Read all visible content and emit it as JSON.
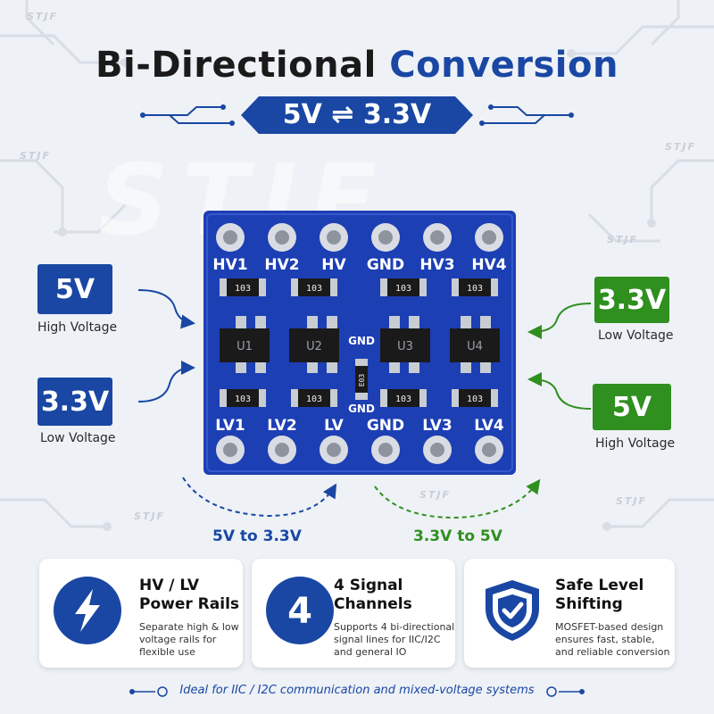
{
  "watermark": {
    "small": "STJF",
    "big": "STJF"
  },
  "title": {
    "part1": "Bi-Directional",
    "part2": "Conversion"
  },
  "banner": {
    "left": "5V",
    "arrow": "⇌",
    "right": "3.3V"
  },
  "left_boxes": [
    {
      "value": "5V",
      "label": "High Voltage"
    },
    {
      "value": "3.3V",
      "label": "Low Voltage"
    }
  ],
  "right_boxes": [
    {
      "value": "3.3V",
      "label": "Low Voltage"
    },
    {
      "value": "5V",
      "label": "High Voltage"
    }
  ],
  "board": {
    "top_pins": [
      "HV1",
      "HV2",
      "HV",
      "GND",
      "HV3",
      "HV4"
    ],
    "bottom_pins": [
      "LV1",
      "LV2",
      "LV",
      "GND",
      "LV3",
      "LV4"
    ],
    "resistor_label": "103",
    "chips": [
      "U1",
      "U2",
      "U3",
      "U4"
    ],
    "center_top": "GND",
    "center_bottom": "GND",
    "center_part": "E03"
  },
  "directions": {
    "left": "5V to 3.3V",
    "right": "3.3V to 5V"
  },
  "features": [
    {
      "title_l1": "HV / LV",
      "title_l2": "Power Rails",
      "desc_l1": "Separate high & low",
      "desc_l2": "voltage rails for",
      "desc_l3": "flexible use"
    },
    {
      "icon_text": "4",
      "title_l1": "4 Signal",
      "title_l2": "Channels",
      "desc_l1": "Supports 4 bi-directional",
      "desc_l2": "signal lines for IIC/I2C",
      "desc_l3": "and general IO"
    },
    {
      "title_l1": "Safe Level",
      "title_l2": "Shifting",
      "desc_l1": "MOSFET-based design",
      "desc_l2": "ensures fast, stable,",
      "desc_l3": "and reliable conversion"
    }
  ],
  "footer": "Ideal for IIC / I2C communication and mixed-voltage systems",
  "colors": {
    "blue": "#1947a3",
    "green": "#2f8f1f",
    "pcb": "#1d3fb4"
  }
}
